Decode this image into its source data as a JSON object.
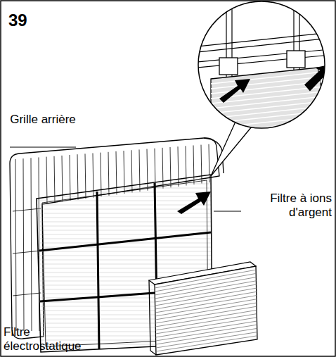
{
  "diagram": {
    "labels": [
      "39",
      "Grille arrière",
      "Filtre à ions d'argent",
      "Filtre électrostatique"
    ]
  }
}
